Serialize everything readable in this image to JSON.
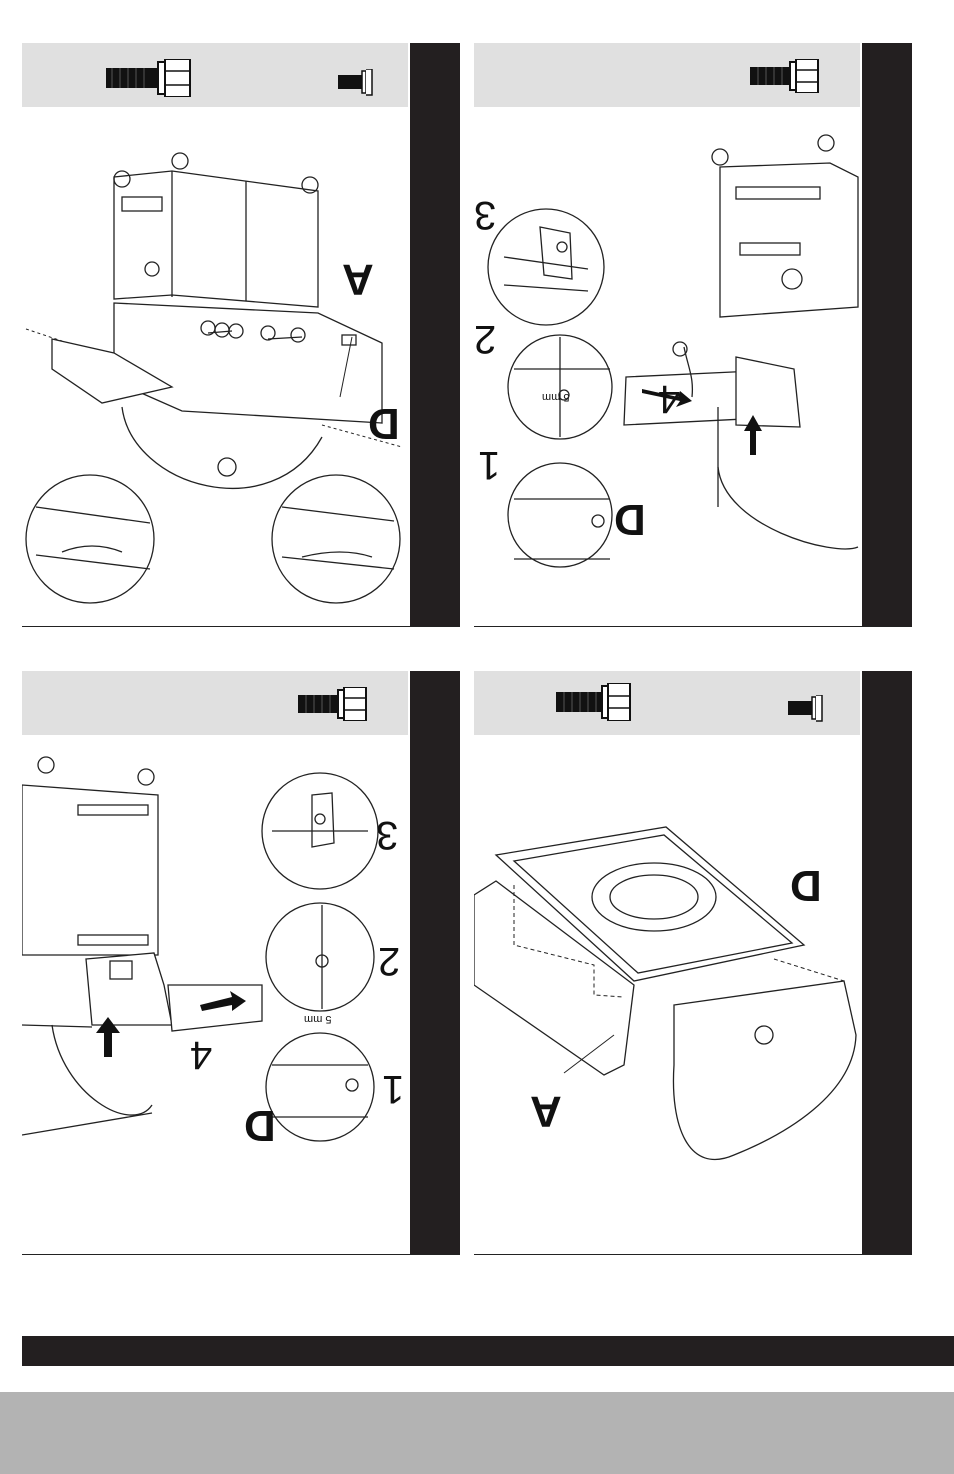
{
  "panels": {
    "top_left": {
      "label_a": "A",
      "label_d": "D"
    },
    "top_right": {
      "step_1": "1",
      "step_2": "2",
      "step_3": "3",
      "step_4": "4",
      "label_d": "D",
      "measure": "5 mm"
    },
    "bottom_left": {
      "step_1": "1",
      "step_2": "2",
      "step_3": "3",
      "step_4": "4",
      "label_d": "D",
      "measure": "5 mm"
    },
    "bottom_right": {
      "label_a": "A",
      "label_d": "D"
    }
  },
  "colors": {
    "sidebar": "#231f20",
    "header": "#e0e0e0",
    "footer_gray": "#b3b3b3"
  },
  "icons": [
    "long-bolt-icon",
    "short-bolt-icon"
  ]
}
